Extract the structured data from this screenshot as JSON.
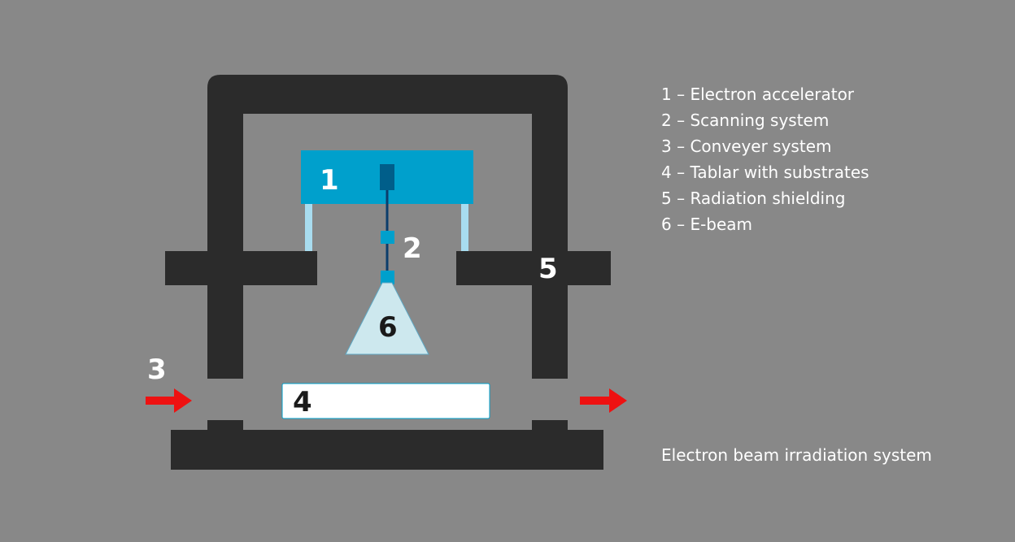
{
  "labels": {
    "accelerator": "1",
    "scanning": "2",
    "conveyer": "3",
    "tablar": "4",
    "shielding": "5",
    "ebeam": "6"
  },
  "legend": [
    "1 – Electron accelerator",
    "2 – Scanning system",
    "3 – Conveyer system",
    "4 – Tablar with substrates",
    "5 – Radiation shielding",
    "6 – E-beam"
  ],
  "caption": "Electron beam irradiation system",
  "colors": {
    "background": "#888888",
    "shielding": "#2b2b2b",
    "accelerator": "#00a0cc",
    "accelerator_dark": "#005e8a",
    "beam_line": "#0b3d6b",
    "beam_cone": "#cde8ee",
    "support": "#a8dcef",
    "arrow": "#ee1111",
    "tablar": "#ffffff"
  }
}
